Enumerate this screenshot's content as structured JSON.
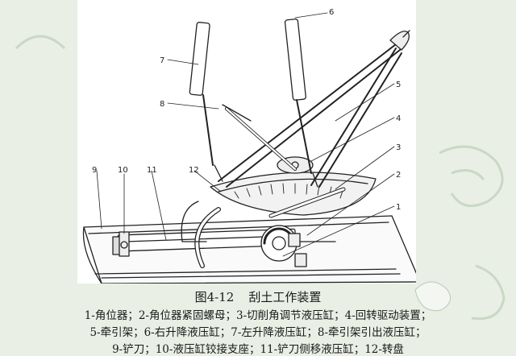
{
  "figure": {
    "number": "图4-12",
    "title": "刮土工作装置"
  },
  "callouts": [
    {
      "num": "1",
      "text": "角位器"
    },
    {
      "num": "2",
      "text": "角位器紧固螺母"
    },
    {
      "num": "3",
      "text": "切削角调节液压缸"
    },
    {
      "num": "4",
      "text": "回转驱动装置"
    },
    {
      "num": "5",
      "text": "牵引架"
    },
    {
      "num": "6",
      "text": "右升降液压缸"
    },
    {
      "num": "7",
      "text": "左升降液压缸"
    },
    {
      "num": "8",
      "text": "牵引架引出液压缸"
    },
    {
      "num": "9",
      "text": "铲刀"
    },
    {
      "num": "10",
      "text": "液压缸铰接支座"
    },
    {
      "num": "11",
      "text": "铲刀侧移液压缸"
    },
    {
      "num": "12",
      "text": "转盘"
    }
  ],
  "legend_lines": [
    "1-角位器；2-角位器紧固螺母；3-切削角调节液压缸；4-回转驱动装置；",
    "5-牵引架；6-右升降液压缸；7-左升降液压缸；8-牵引架引出液压缸；",
    "9-铲刀；10-液压缸铰接支座；11-铲刀侧移液压缸；12-转盘"
  ],
  "colors": {
    "background": "#e9efe4",
    "panel": "#ffffff",
    "ink": "#1a1a1a"
  }
}
